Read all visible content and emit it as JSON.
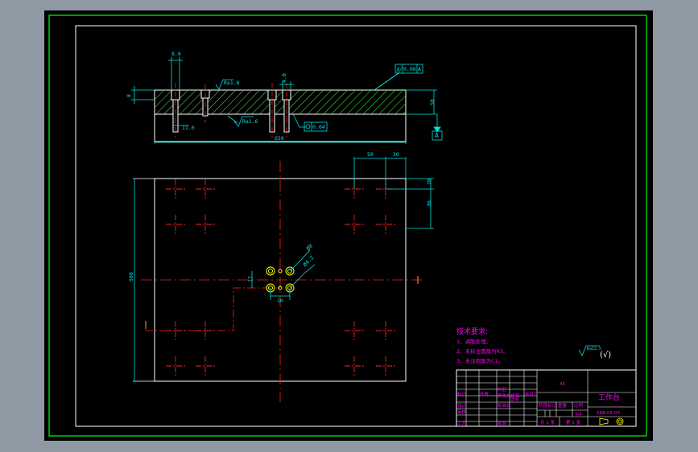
{
  "drawing": {
    "colors": {
      "background": "#000000",
      "outer_background": "#8e99a3",
      "frame": "#00ff00",
      "outline": "#ffffff",
      "centerline": "#ff2020",
      "dimension": "#00e0e0",
      "hatch": "#40ff40",
      "annotation": "#ff00ff",
      "hole": "#ffff00",
      "marker": "#ff8000"
    },
    "section_view": {
      "dimensions": {
        "top_hole_width": "8.6",
        "top_plate_thickness": "8",
        "plate_height": "50",
        "overall_length": "650",
        "hole_pitch": "4.0",
        "bottom_hole_width": "11.0"
      },
      "roughness": [
        "Ra1.6",
        "Ra1.6"
      ],
      "flatness": "0.04",
      "parallelism": [
        "//",
        "0.08",
        "A"
      ],
      "datum": "A"
    },
    "plan_view": {
      "dimensions": {
        "dim_50": "50",
        "dim_30": "30",
        "dim_10": "10",
        "dim_36": "36",
        "overall_height": "500",
        "hole_dia_1": "Ø8",
        "hole_dia_2": "Ø4.2",
        "offset_17": "17",
        "offset_10": "10"
      }
    },
    "tech_requirements": {
      "title": "技术要求:",
      "items": [
        "1、调制处理。",
        "2、未标注圆角为R5。",
        "3、未注倒角为C1。"
      ]
    },
    "surface_finish": {
      "symbol": "Ra12.5",
      "mark": "(√)"
    },
    "title_block": {
      "material": "45",
      "part_name": "工作台",
      "drawing_no": "SKB-06-03",
      "scale_label": "比例",
      "scale_value": "1:1",
      "stage_label": "阶段标记",
      "weight_label": "重量",
      "sheets_label": "共 1 张",
      "sheet_label": "第 1 张",
      "row_labels": [
        "标记",
        "处数",
        "分区",
        "更改文件号",
        "签名",
        "年月日"
      ],
      "role_labels": [
        "设计",
        "审核",
        "工艺",
        "标准化",
        "批准"
      ]
    }
  }
}
